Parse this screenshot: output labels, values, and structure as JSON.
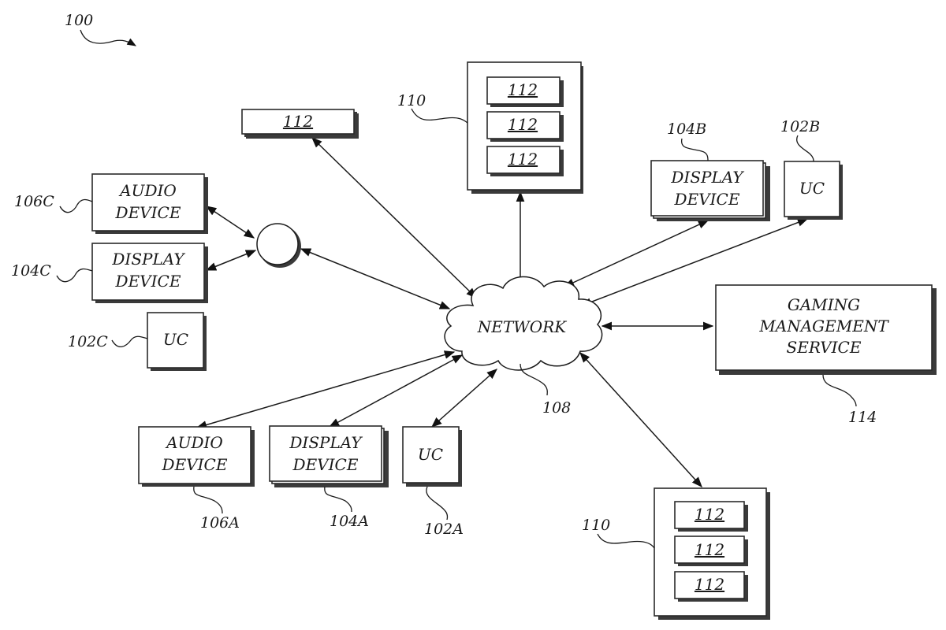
{
  "figure": {
    "reference": "100",
    "network": {
      "label": "NETWORK",
      "ref": "108"
    },
    "gaming_management_service": {
      "lines": [
        "GAMING",
        "MANAGEMENT",
        "SERVICE"
      ],
      "ref": "114"
    },
    "hub": {
      "label": ""
    },
    "client_c": {
      "audio_device": {
        "lines": [
          "AUDIO",
          "DEVICE"
        ],
        "ref": "106C"
      },
      "display_device": {
        "lines": [
          "DISPLAY",
          "DEVICE"
        ],
        "ref": "104C"
      },
      "uc": {
        "label": "UC",
        "ref": "102C"
      }
    },
    "client_b": {
      "display_device": {
        "lines": [
          "DISPLAY",
          "DEVICE"
        ],
        "ref": "104B"
      },
      "uc": {
        "label": "UC",
        "ref": "102B"
      }
    },
    "client_a": {
      "audio_device": {
        "lines": [
          "AUDIO",
          "DEVICE"
        ],
        "ref": "106A"
      },
      "display_device": {
        "lines": [
          "DISPLAY",
          "DEVICE"
        ],
        "ref": "104A"
      },
      "uc": {
        "label": "UC",
        "ref": "102A"
      }
    },
    "standalone_server": {
      "label": "112"
    },
    "server_group_top": {
      "ref": "110",
      "servers": [
        "112",
        "112",
        "112"
      ]
    },
    "server_group_bottom": {
      "ref": "110",
      "servers": [
        "112",
        "112",
        "112"
      ]
    }
  }
}
